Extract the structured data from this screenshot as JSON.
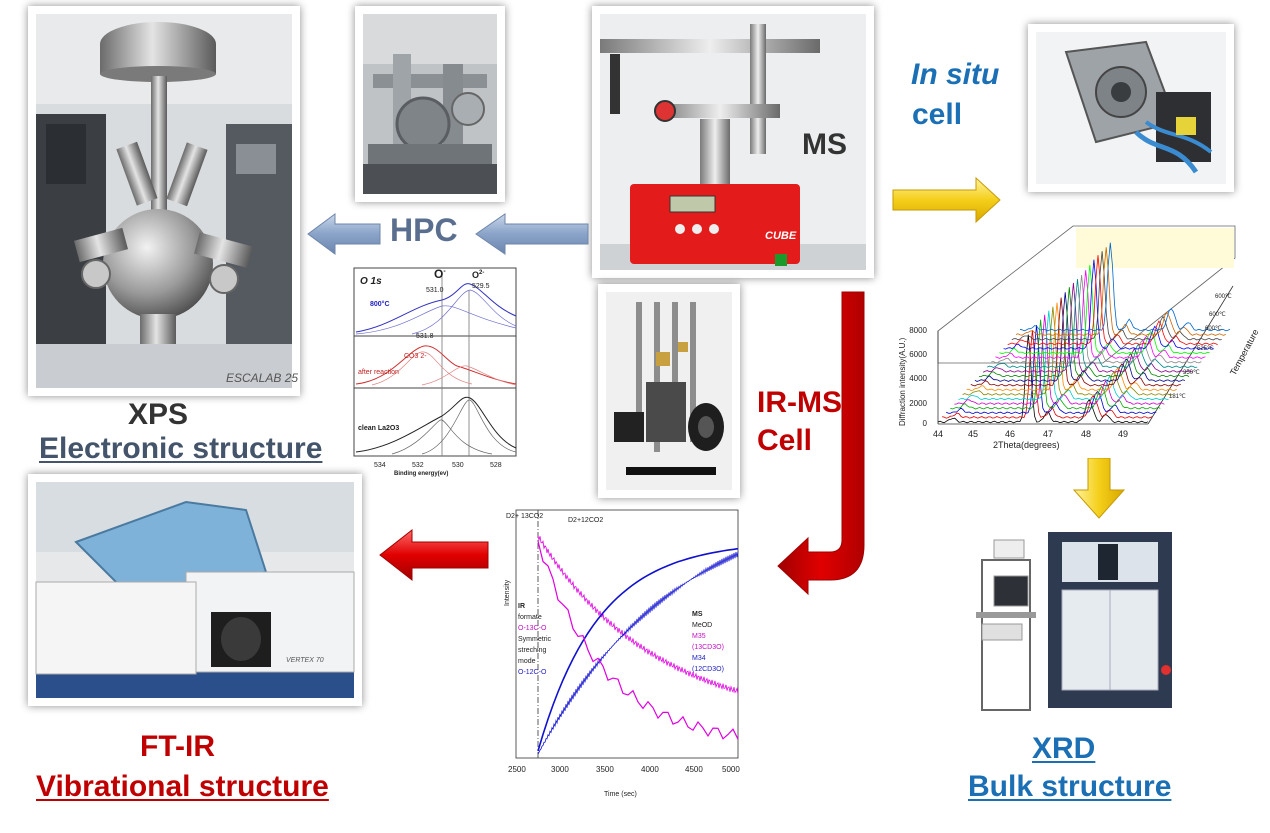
{
  "labels": {
    "xps": "XPS",
    "xps_sub": "Electronic structure",
    "hpc": "HPC",
    "ms": "MS",
    "in_situ": "In situ",
    "cell": "cell",
    "irms_line1": "IR-MS",
    "irms_line2": "Cell",
    "ftir": "FT-IR",
    "ftir_sub": "Vibrational structure",
    "xrd": "XRD",
    "xrd_sub": "Bulk structure",
    "escalab": "ESCALAB 25",
    "vertex": "VERTEX 70",
    "cube": "CUBE"
  },
  "xps_plot": {
    "title": "O 1s",
    "peak_left": "O",
    "peak_left_sup": "-",
    "peak_right": "O",
    "peak_right_sup": "2-",
    "peak_left_val": "531.0",
    "peak_right_val": "529.5",
    "cond1": "800°C",
    "carbonate_val": "531.8",
    "carbonate": "CO3 2-",
    "cond2": "after reaction",
    "cond3": "clean La2O3",
    "xlabel": "Binding energy(ev)",
    "xticks": [
      "534",
      "532",
      "530",
      "528"
    ]
  },
  "xrd_plot": {
    "ylabel": "Diffraction intensity(A.U.)",
    "xlabel": "2Theta(degrees)",
    "zlabel": "Temperature",
    "yticks": [
      "0",
      "2000",
      "4000",
      "6000",
      "8000"
    ],
    "xticks": [
      "44",
      "45",
      "46",
      "47",
      "48",
      "49"
    ],
    "temps": [
      "600℃",
      "600℃",
      "600℃",
      "525℃",
      "350℃",
      "181℃"
    ]
  },
  "irms_plot": {
    "label_d2_13": "D2+ 13CO2",
    "label_d2_12": "D2+12CO2",
    "ylabel": "Intensity",
    "xlabel": "Time (sec)",
    "xticks": [
      "2500",
      "3000",
      "3500",
      "4000",
      "4500",
      "5000"
    ],
    "ir_title": "IR",
    "ir_lines": [
      "formate",
      "O-13C-O",
      "Symmetric",
      "streching",
      "mode",
      "O-12C-O"
    ],
    "ms_title": "MS",
    "ms_lines": [
      "MeOD",
      "M35",
      "(13CD3O)",
      "M34",
      "(12CD3O)"
    ]
  },
  "colors": {
    "red_label": "#c00000",
    "blue_label": "#1a6fb5",
    "dark_label": "#333333",
    "magenta_series": "#e000e0",
    "blue_series": "#1010d0"
  }
}
